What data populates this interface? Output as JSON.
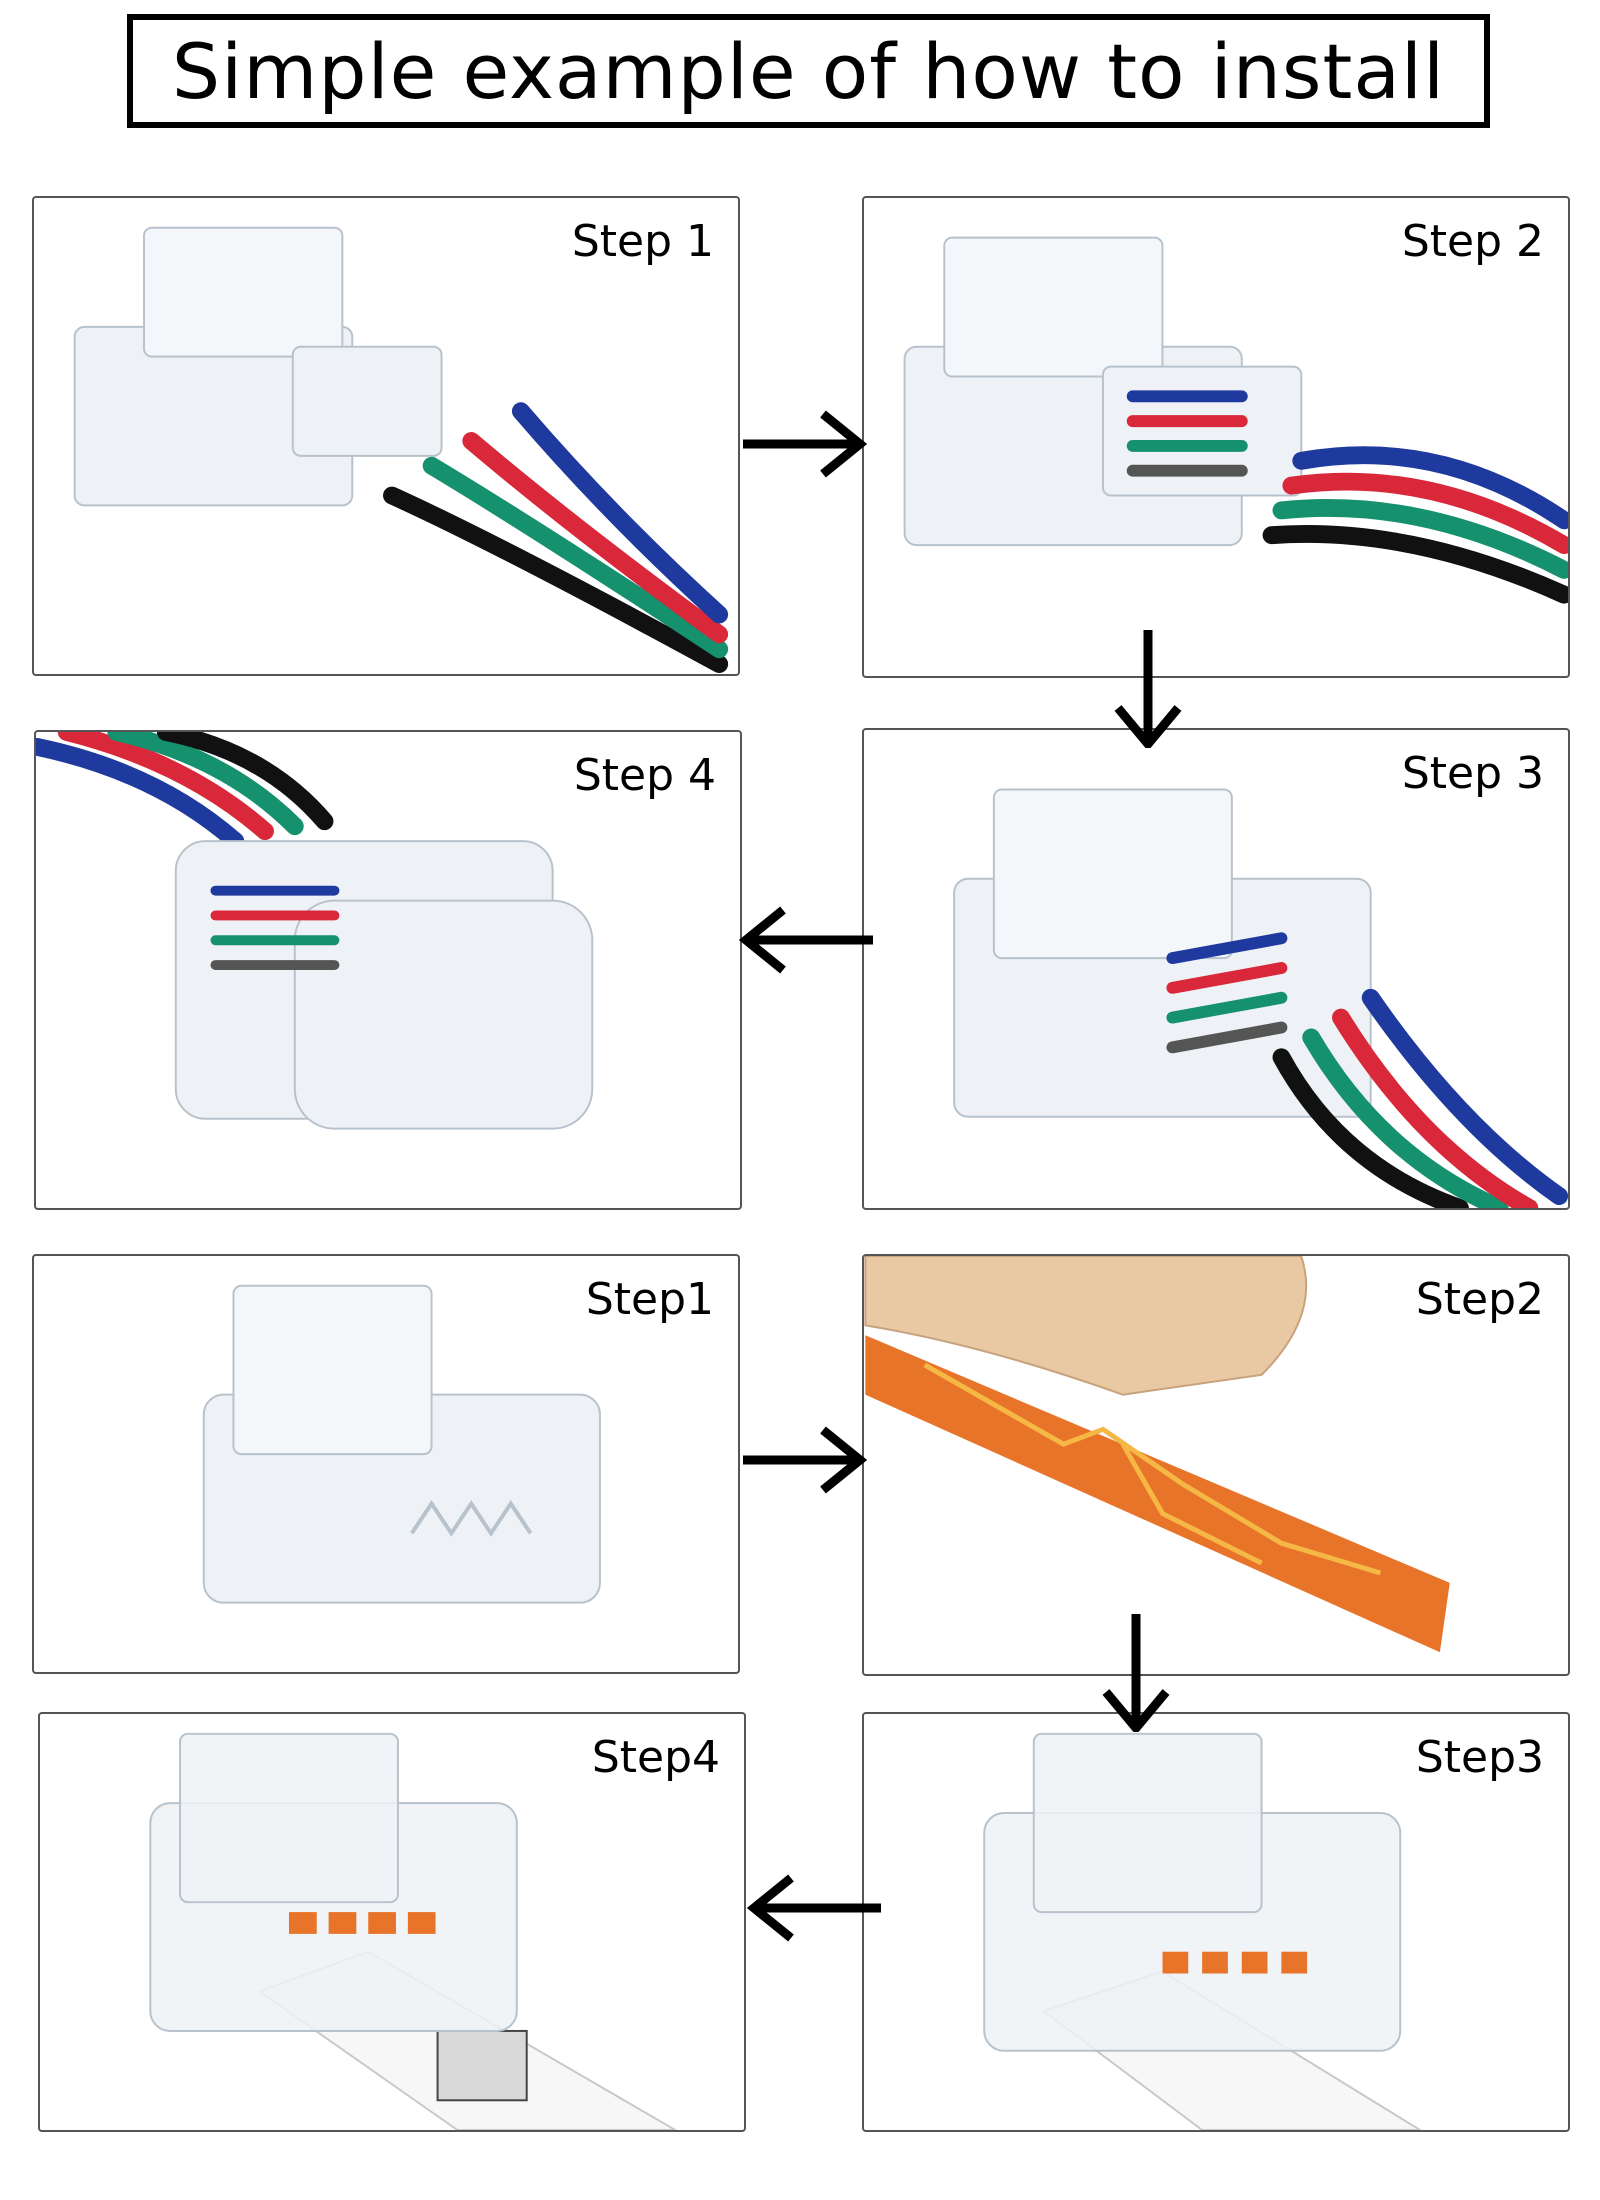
{
  "title": "Simple example of how to install",
  "top_section": {
    "step1": "Step 1",
    "step2": "Step 2",
    "step3": "Step 3",
    "step4": "Step 4"
  },
  "bottom_section": {
    "step1": "Step1",
    "step2": "Step2",
    "step3": "Step3",
    "step4": "Step4"
  },
  "colors": {
    "wire_blue": "#1f3a9e",
    "wire_red": "#d8283a",
    "wire_green": "#15916e",
    "wire_black": "#111111",
    "connector_clear": "#eef2f6",
    "strip_orange": "#e8742a",
    "backing_tan": "#e9c9a3"
  }
}
